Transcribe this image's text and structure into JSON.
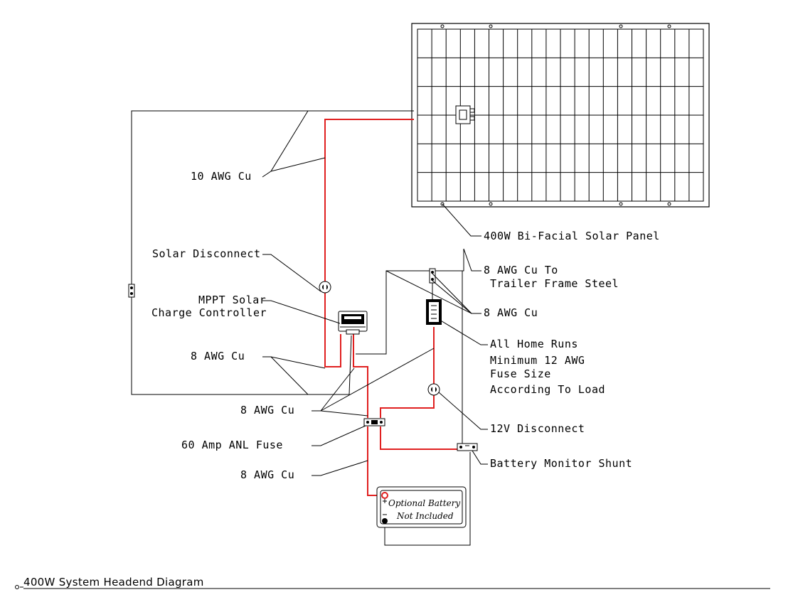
{
  "diagram": {
    "title": "400W System Headend Diagram",
    "colors": {
      "line": "#000000",
      "positive_wire": "#e02020"
    },
    "labels": {
      "wire_10awg": "10 AWG Cu",
      "solar_panel": "400W Bi-Facial Solar Panel",
      "solar_disconnect": "Solar Disconnect",
      "mppt_line1": "MPPT Solar",
      "mppt_line2": "Charge Controller",
      "ground_line1": "8 AWG Cu To",
      "ground_line2": "Trailer Frame Steel",
      "wire_8awg_busbar": "8 AWG Cu",
      "home_runs_line1": "All Home Runs",
      "home_runs_line2": "Minimum 12 AWG",
      "home_runs_line3": "Fuse Size",
      "home_runs_line4": "According To Load",
      "wire_8awg_controller": "8 AWG Cu",
      "wire_8awg_fuse": "8 AWG Cu",
      "fuse": "60 Amp ANL Fuse",
      "disconnect_12v": "12V Disconnect",
      "shunt": "Battery Monitor Shunt",
      "wire_8awg_battery": "8 AWG Cu",
      "battery_line1": "Optional Battery",
      "battery_line2": "Not Included"
    }
  }
}
